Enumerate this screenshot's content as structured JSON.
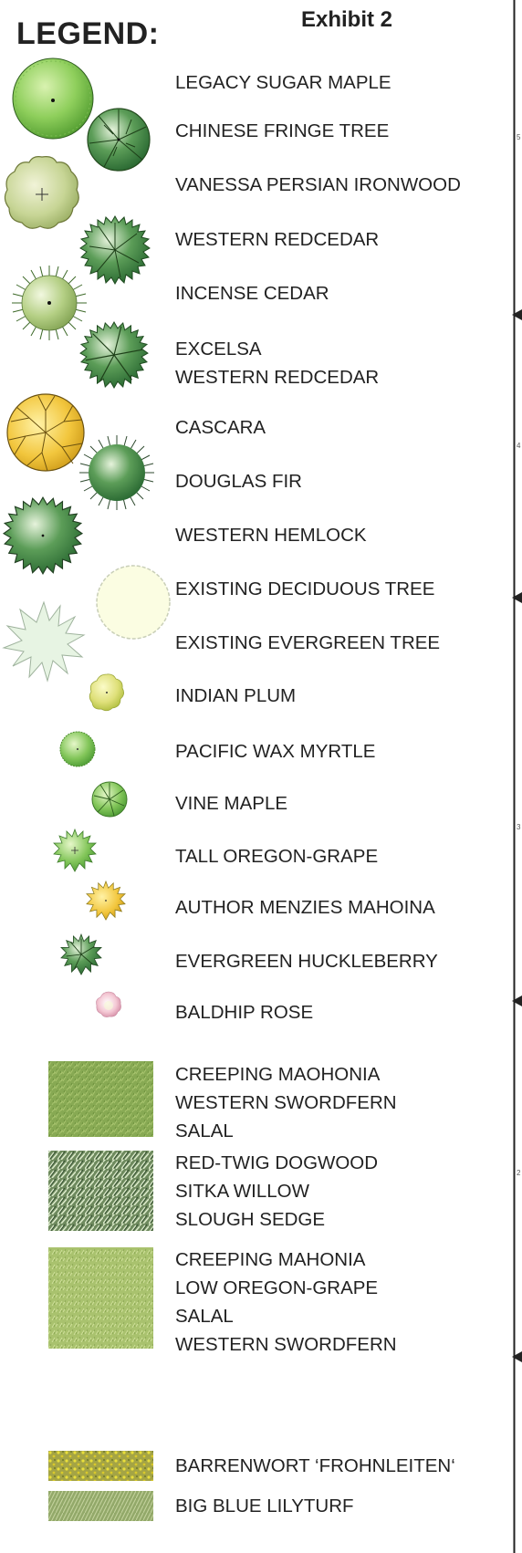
{
  "legend_title": "LEGEND:",
  "exhibit": "Exhibit 2",
  "items": [
    {
      "label": "LEGACY SUGAR MAPLE",
      "icon": "sugar-maple-icon"
    },
    {
      "label": "CHINESE FRINGE TREE",
      "icon": "fringe-tree-icon"
    },
    {
      "label": "VANESSA PERSIAN IRONWOOD",
      "icon": "ironwood-icon"
    },
    {
      "label": "WESTERN REDCEDAR",
      "icon": "redcedar-icon"
    },
    {
      "label": "INCENSE CEDAR",
      "icon": "incense-cedar-icon"
    },
    {
      "label": "EXCELSA\nWESTERN REDCEDAR",
      "lines": [
        "EXCELSA",
        "WESTERN REDCEDAR"
      ],
      "icon": "excelsa-redcedar-icon"
    },
    {
      "label": "CASCARA",
      "icon": "cascara-icon"
    },
    {
      "label": "DOUGLAS FIR",
      "icon": "douglas-fir-icon"
    },
    {
      "label": "WESTERN HEMLOCK",
      "icon": "hemlock-icon"
    },
    {
      "label": "EXISTING DECIDUOUS TREE",
      "icon": "existing-deciduous-icon"
    },
    {
      "label": "EXISTING EVERGREEN TREE",
      "icon": "existing-evergreen-icon"
    },
    {
      "label": "INDIAN PLUM",
      "icon": "indian-plum-icon"
    },
    {
      "label": "PACIFIC WAX MYRTLE",
      "icon": "wax-myrtle-icon"
    },
    {
      "label": "VINE MAPLE",
      "icon": "vine-maple-icon"
    },
    {
      "label": "TALL OREGON-GRAPE",
      "icon": "oregon-grape-icon"
    },
    {
      "label": "AUTHOR MENZIES MAHOINA",
      "icon": "menzies-mahonia-icon"
    },
    {
      "label": "EVERGREEN HUCKLEBERRY",
      "icon": "huckleberry-icon"
    },
    {
      "label": "BALDHIP ROSE",
      "icon": "baldhip-rose-icon"
    }
  ],
  "groundcovers": [
    {
      "lines": [
        "CREEPING MAOHONIA",
        "WESTERN SWORDFERN",
        "SALAL"
      ],
      "icon": "groundcover-swatch-1"
    },
    {
      "lines": [
        "RED-TWIG DOGWOOD",
        "SITKA WILLOW",
        "SLOUGH SEDGE"
      ],
      "icon": "groundcover-swatch-2"
    },
    {
      "lines": [
        "CREEPING MAHONIA",
        "LOW OREGON-GRAPE",
        "SALAL",
        "WESTERN SWORDFERN"
      ],
      "icon": "groundcover-swatch-3"
    },
    {
      "lines": [
        "BARRENWORT ‘FROHNLEITEN‘"
      ],
      "icon": "groundcover-swatch-4"
    },
    {
      "lines": [
        "BIG BLUE LILYTURF"
      ],
      "icon": "groundcover-swatch-5"
    }
  ],
  "frame_numbers": [
    "5",
    "4",
    "3",
    "2"
  ]
}
